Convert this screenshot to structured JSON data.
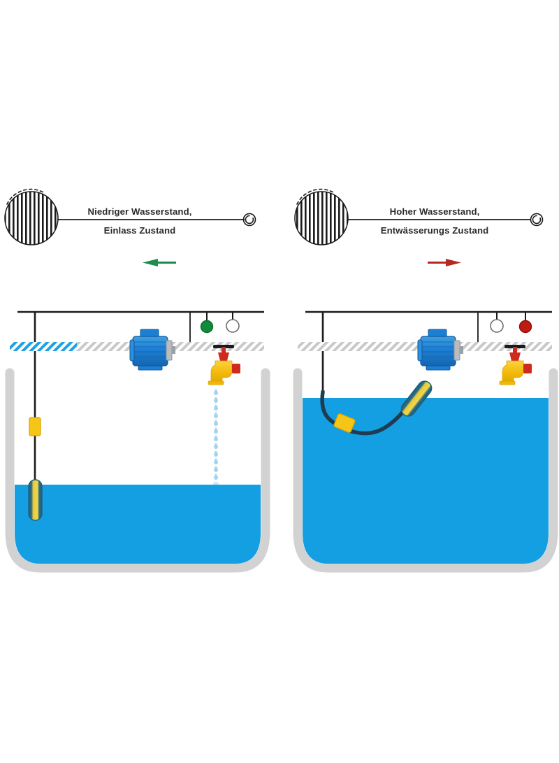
{
  "diagram": {
    "title_visible": false,
    "panels": [
      {
        "id": "low-water-inlet",
        "header": {
          "line1": "Niedriger Wasserstand,",
          "line2": "Einlass Zustand",
          "left_icon": "hatched-circle-icon",
          "right_icon": "spiral-terminator-icon"
        },
        "flow_arrow": {
          "direction": "left",
          "color": "#1d8b4e",
          "name": "inlet-flow-arrow"
        },
        "pipe": {
          "name": "supply-pipe",
          "active_segment_color": "#1ea0e6",
          "inactive_segment_color": "#c9c9c9",
          "active_fraction": 0.33,
          "state": "flowing"
        },
        "motor": {
          "name": "pump-motor",
          "body_color": "#1b7fd4",
          "state": "running"
        },
        "indicators": [
          {
            "name": "indicator-lamp-green",
            "color": "#118a3c",
            "state": "on"
          },
          {
            "name": "indicator-lamp-white",
            "color": "#ffffff",
            "state": "off"
          }
        ],
        "faucet": {
          "name": "outlet-faucet",
          "body_color": "#f5c518",
          "valve_color": "#cf2a1e",
          "handle_color": "#1b1b1b",
          "state": "open"
        },
        "droplets": {
          "name": "water-droplets",
          "visible": true,
          "count": 14,
          "color": "#9fd4f0"
        },
        "tank": {
          "name": "water-tank",
          "wall_color": "#d2d2d2",
          "water_color": "#159fe3",
          "fill_level_percent": 38
        },
        "float_switch": {
          "name": "float-switch",
          "position": "hanging-vertical",
          "float_body_color": "#f2d03b",
          "float_edge_color": "#1f5f7a",
          "weight_color": "#f5c518",
          "cable_color": "#1b1b1b",
          "state": "down"
        }
      },
      {
        "id": "high-water-drain",
        "header": {
          "line1": "Hoher Wasserstand,",
          "line2": "Entwässerungs Zustand",
          "left_icon": "hatched-circle-icon",
          "right_icon": "spiral-terminator-icon"
        },
        "flow_arrow": {
          "direction": "right",
          "color": "#b32b20",
          "name": "drain-flow-arrow"
        },
        "pipe": {
          "name": "supply-pipe",
          "active_segment_color": "#1ea0e6",
          "inactive_segment_color": "#c9c9c9",
          "active_fraction": 0,
          "state": "idle"
        },
        "motor": {
          "name": "pump-motor",
          "body_color": "#1b7fd4",
          "state": "running"
        },
        "indicators": [
          {
            "name": "indicator-lamp-white",
            "color": "#ffffff",
            "state": "off"
          },
          {
            "name": "indicator-lamp-red",
            "color": "#c01a12",
            "state": "on"
          }
        ],
        "faucet": {
          "name": "outlet-faucet",
          "body_color": "#f5c518",
          "valve_color": "#cf2a1e",
          "handle_color": "#1b1b1b",
          "state": "closed"
        },
        "droplets": {
          "name": "water-droplets",
          "visible": false,
          "count": 0,
          "color": "#9fd4f0"
        },
        "tank": {
          "name": "water-tank",
          "wall_color": "#d2d2d2",
          "water_color": "#159fe3",
          "fill_level_percent": 88
        },
        "float_switch": {
          "name": "float-switch",
          "position": "floating-tilted",
          "float_body_color": "#f2d03b",
          "float_edge_color": "#1f5f7a",
          "weight_color": "#f5c518",
          "cable_color": "#1f3d52",
          "state": "up"
        }
      }
    ]
  }
}
